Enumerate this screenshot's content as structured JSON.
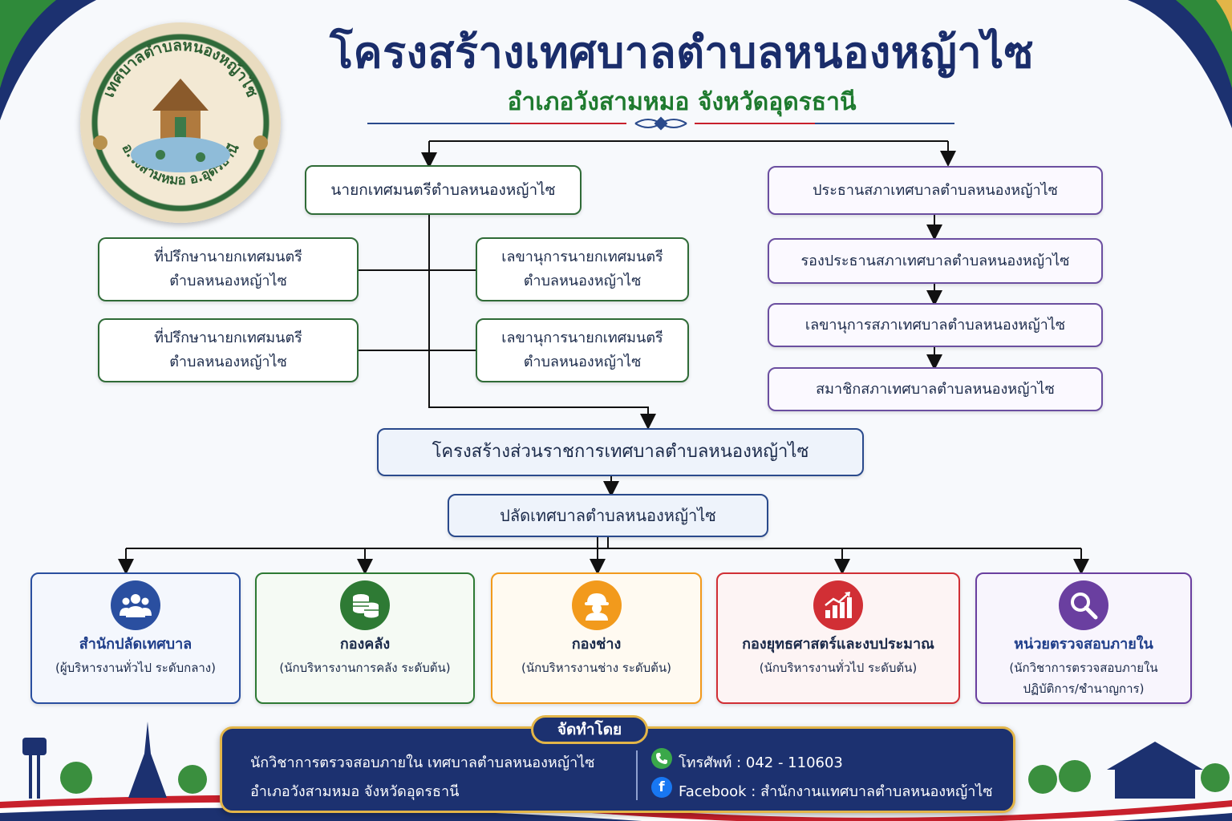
{
  "header": {
    "title": "โครงสร้างเทศบาลตำบลหนองหญ้าไซ",
    "subtitle": "อำเภอวังสามหมอ   จังหวัดอุดรธานี"
  },
  "emblem": {
    "top_text": "เทศบาลตำบลหนองหญ้าไซ",
    "bottom_text": "อ.วังสามหมอ อ.อุดรธานี"
  },
  "executive": {
    "mayor": "นายกเทศมนตรีตำบลหนองหญ้าไซ",
    "advisor_1": [
      "ที่ปรึกษานายกเทศมนตรี",
      "ตำบลหนองหญ้าไซ"
    ],
    "advisor_2": [
      "ที่ปรึกษานายกเทศมนตรี",
      "ตำบลหนองหญ้าไซ"
    ],
    "secretary_1": [
      "เลขานุการนายกเทศมนตรี",
      "ตำบลหนองหญ้าไซ"
    ],
    "secretary_2": [
      "เลขานุการนายกเทศมนตรี",
      "ตำบลหนองหญ้าไซ"
    ]
  },
  "council": {
    "chair": "ประธานสภาเทศบาลตำบลหนองหญ้าไซ",
    "vice_chair": "รองประธานสภาเทศบาลตำบลหนองหญ้าไซ",
    "secretary": "เลขานุการสภาเทศบาลตำบลหนองหญ้าไซ",
    "member": "สมาชิกสภาเทศบาลตำบลหนองหญ้าไซ"
  },
  "administration": {
    "structure": "โครงสร้างส่วนราชการเทศบาลตำบลหนองหญ้าไซ",
    "clerk": "ปลัดเทศบาลตำบลหนองหญ้าไซ"
  },
  "departments": [
    {
      "name": "สำนักปลัดเทศบาล",
      "sub": "(ผู้บริหารงานทั่วไป ระดับกลาง)",
      "color": "#2a4fa0",
      "icon": "people-icon"
    },
    {
      "name": "กองคลัง",
      "sub": "(นักบริหารงานการคลัง ระดับต้น)",
      "color": "#2e7a34",
      "icon": "coins-icon"
    },
    {
      "name": "กองช่าง",
      "sub": "(นักบริหารงานช่าง ระดับต้น)",
      "color": "#f29a1c",
      "icon": "engineer-icon"
    },
    {
      "name": "กองยุทธศาสตร์และงบประมาณ",
      "sub": "(นักบริหารงานทั่วไป ระดับต้น)",
      "color": "#d12f35",
      "icon": "growth-chart-icon"
    },
    {
      "name": "หน่วยตรวจสอบภายใน",
      "sub_lines": [
        "(นักวิชาการตรวจสอบภายใน",
        "ปฏิบัติการ/ชำนาญการ)"
      ],
      "color": "#6a3fa0",
      "icon": "magnifier-icon"
    }
  ],
  "footer": {
    "badge": "จัดทำโดย",
    "line_1": "นักวิชาการตรวจสอบภายใน เทศบาลตำบลหนองหญ้าไซ",
    "line_2": "อำเภอวังสามหมอ จังหวัดอุดรธานี",
    "phone": "โทรศัพท์ : 042 - 110603",
    "facebook": "Facebook : สำนักงานแทศบาลตำบลหนองหญ้าไซ"
  },
  "colors": {
    "navy": "#1a2d6b",
    "green": "#1e7a2e",
    "gold": "#e3b548",
    "purple": "#6b4fa0"
  }
}
